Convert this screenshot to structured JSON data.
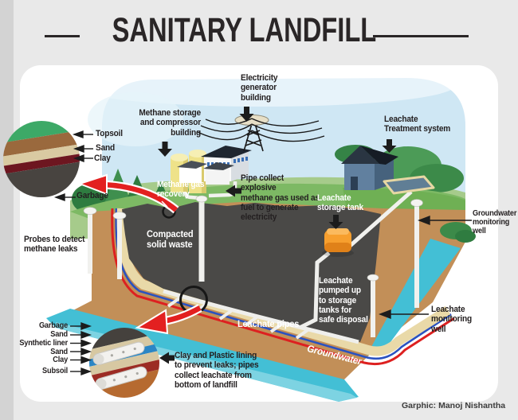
{
  "title": "SANITARY LANDFILL",
  "credit": "Garphic: Manoj Nishantha",
  "inset_top": {
    "topsoil": "Topsoil",
    "sand": "Sand",
    "clay": "Clay",
    "garbage": "Garbage"
  },
  "inset_bottom": {
    "garbage": "Garbage",
    "sand_upper": "Sand",
    "synthetic_liner": "Synthetic liner",
    "sand_lower": "Sand",
    "clay": "Clay",
    "subsoil": "Subsoil"
  },
  "callouts": {
    "methane_storage": "Methane storage\nand compressor\nbuilding",
    "electricity_generator": "Electricity\ngenerator\nbuilding",
    "leachate_treatment": "Leachate\nTreatment system",
    "methane_gas_recovery": "Methane gas\nrecovery",
    "pipe_collect": "Pipe collect\nexplosive\nmethane gas used as\nfuel to generate\nelectricity",
    "compacted_solid_waste": "Compacted\nsolid waste",
    "probes": "Probes to detect\nmethane leaks",
    "leachate_storage_tank": "Leachate\nstorage tank",
    "groundwater_monitoring_well": "Groundwater\nmonitoring\nwell",
    "leachate_pumped": "Leachate\npumped up\nto storage\ntanks for\nsafe disposal",
    "leachate_pipes": "Leachate pipes",
    "groundwater": "Groundwater",
    "leachate_monitoring_well": "Leachate\nmonitoring\nwell",
    "clay_plastic_lining": "Clay and Plastic lining\nto prevent leaks; pipes\ncollect leachate from\nbottom of landfill"
  },
  "colors": {
    "background": "#e9e9e9",
    "card": "#ffffff",
    "title": "#2a2627",
    "sky": "#cfe7f4",
    "grass": "#7db964",
    "grass_light": "#a6cb8b",
    "soil": "#c28f58",
    "waste": "#4a4947",
    "groundwater": "#43bfd5",
    "liner_cream": "#e9d9a8",
    "liner_red": "#dd2020",
    "liner_blue": "#2a52c0",
    "tank_orange": "#f79f2e",
    "tank_yellow": "#eee289",
    "building_blue": "#61809f",
    "accent_arrow_red": "#e32020",
    "strata_topsoil": "#9a693d",
    "strata_sand": "#d9caa2",
    "strata_clay": "#6d1620",
    "strata_synthetic_liner": "#2b86c5",
    "strata_subsoil": "#b66a30"
  }
}
